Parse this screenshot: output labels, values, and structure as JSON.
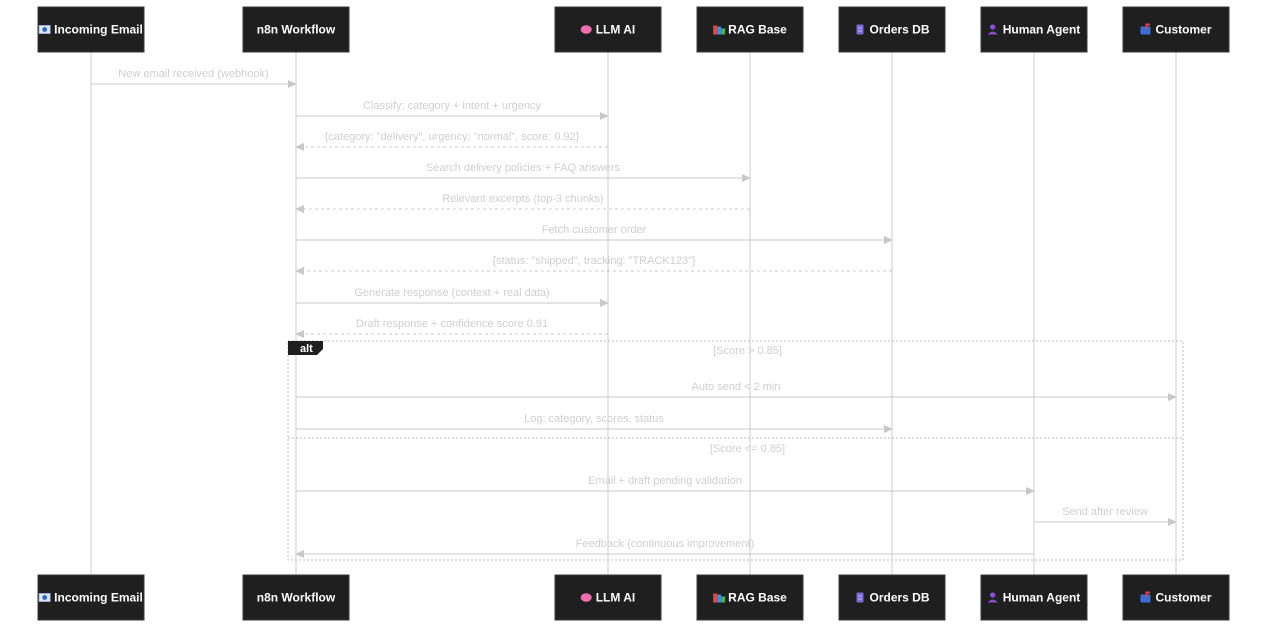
{
  "participants": [
    {
      "id": "email",
      "label": "Incoming Email",
      "icon": "email-icon"
    },
    {
      "id": "n8n",
      "label": "n8n Workflow",
      "icon": ""
    },
    {
      "id": "llm",
      "label": "LLM AI",
      "icon": "brain-icon"
    },
    {
      "id": "rag",
      "label": "RAG Base",
      "icon": "books-icon"
    },
    {
      "id": "db",
      "label": "Orders DB",
      "icon": "database-icon"
    },
    {
      "id": "human",
      "label": "Human Agent",
      "icon": "person-icon"
    },
    {
      "id": "customer",
      "label": "Customer",
      "icon": "mailbox-icon"
    }
  ],
  "messages": [
    {
      "from": "email",
      "to": "n8n",
      "text": "New email received (webhook)",
      "style": "solid"
    },
    {
      "from": "n8n",
      "to": "llm",
      "text": "Classify: category + intent + urgency",
      "style": "solid"
    },
    {
      "from": "llm",
      "to": "n8n",
      "text": "{category: \"delivery\", urgency: \"normal\", score: 0.92}",
      "style": "dashed"
    },
    {
      "from": "n8n",
      "to": "rag",
      "text": "Search delivery policies + FAQ answers",
      "style": "solid"
    },
    {
      "from": "rag",
      "to": "n8n",
      "text": "Relevant excerpts (top-3 chunks)",
      "style": "dashed"
    },
    {
      "from": "n8n",
      "to": "db",
      "text": "Fetch customer order",
      "style": "solid"
    },
    {
      "from": "db",
      "to": "n8n",
      "text": "{status: \"shipped\", tracking: \"TRACK123\"}",
      "style": "dashed"
    },
    {
      "from": "n8n",
      "to": "llm",
      "text": "Generate response (context + real data)",
      "style": "solid"
    },
    {
      "from": "llm",
      "to": "n8n",
      "text": "Draft response + confidence score 0.91",
      "style": "dashed"
    },
    {
      "from": "n8n",
      "to": "customer",
      "text": "Auto send < 2 min",
      "style": "solid"
    },
    {
      "from": "n8n",
      "to": "db",
      "text": "Log: category, scores, status",
      "style": "solid"
    },
    {
      "from": "n8n",
      "to": "human",
      "text": "Email + draft pending validation",
      "style": "solid"
    },
    {
      "from": "human",
      "to": "customer",
      "text": "Send after review",
      "style": "solid"
    },
    {
      "from": "human",
      "to": "n8n",
      "text": "Feedback (continuous improvement)",
      "style": "solid"
    }
  ],
  "alt_block": {
    "label": "alt",
    "conditions": [
      "[Score > 0.85]",
      "[Score <= 0.85]"
    ]
  },
  "colors": {
    "actor_fill": "#1f1f1f",
    "actor_text": "#ffffff",
    "lifeline": "#cccccc",
    "message_line": "#c8c8c8",
    "message_text": "#cfcfcf",
    "alt_border": "#bdbdbd"
  }
}
